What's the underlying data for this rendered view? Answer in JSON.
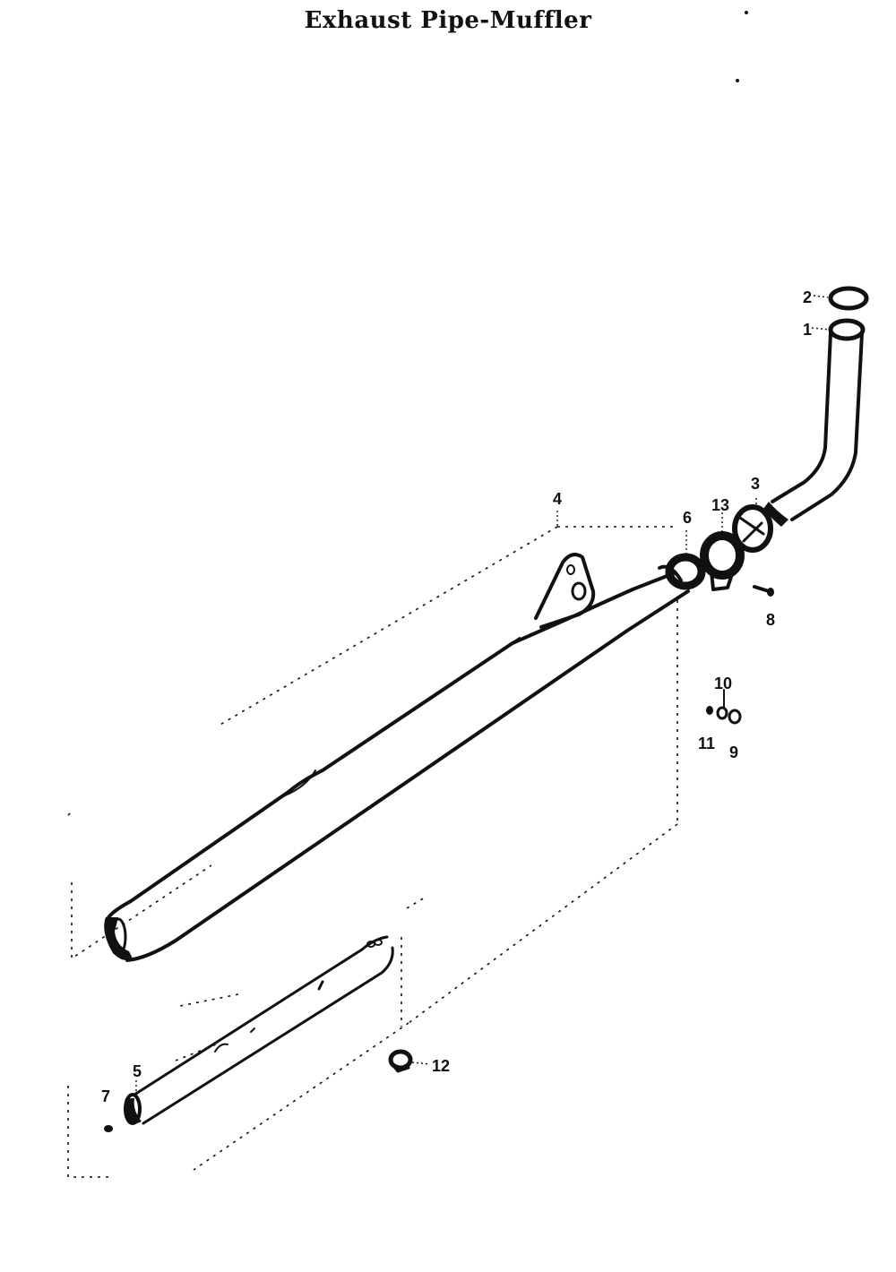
{
  "title": "Exhaust Pipe-Muffler",
  "callouts": {
    "c1": "1",
    "c2": "2",
    "c3": "3",
    "c4": "4",
    "c5": "5",
    "c6": "6",
    "c7": "7",
    "c8": "8",
    "c9": "9",
    "c10": "10",
    "c11": "11",
    "c12": "12",
    "c13": "13"
  },
  "colors": {
    "ink": "#111111",
    "paper": "#ffffff"
  }
}
